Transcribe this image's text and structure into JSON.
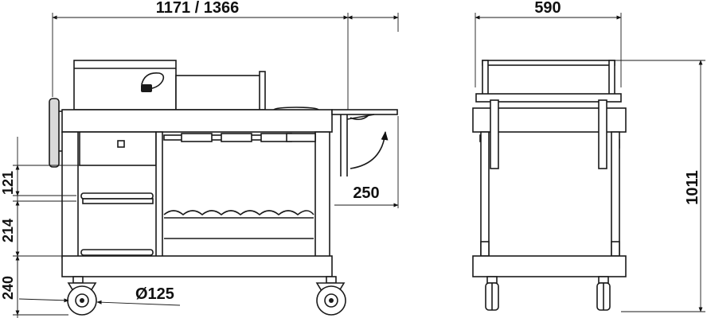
{
  "dimensions": {
    "width_overall": "1171 / 1366",
    "depth": "590",
    "height": "1011",
    "shelf_extension": "250",
    "drawer_gap": "121",
    "shelf_spacing": "214",
    "base_height": "240",
    "wheel_diameter": "Ø125"
  }
}
